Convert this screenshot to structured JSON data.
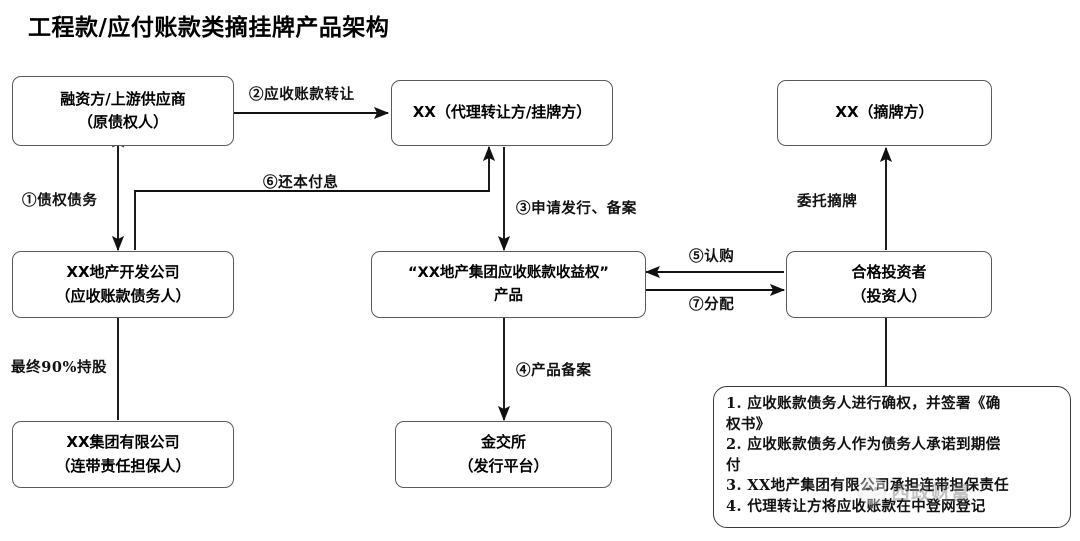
{
  "title": "工程款/应付账款类摘挂牌产品架构",
  "nodes": [
    {
      "id": "financier",
      "line1": "融资方/上游供应商",
      "line2": "（原债权人）"
    },
    {
      "id": "agent-transferor",
      "line1": "XX（代理转让方/挂牌方）",
      "line2": ""
    },
    {
      "id": "bid-winner",
      "line1": "XX（摘牌方）",
      "line2": ""
    },
    {
      "id": "property-developer",
      "line1": "XX地产开发公司",
      "line2": "（应收账款债务人）"
    },
    {
      "id": "product",
      "line1": "“XX地产集团应收账款收益权”",
      "line2": "产品"
    },
    {
      "id": "qualified-investor",
      "line1": "合格投资者",
      "line2": "（投资人）"
    },
    {
      "id": "group-company",
      "line1": "XX集团有限公司",
      "line2": "（连带责任担保人）"
    },
    {
      "id": "exchange",
      "line1": "金交所",
      "line2": "（发行平台）"
    }
  ],
  "edge_labels": [
    {
      "id": "e1",
      "text": "①债权债务"
    },
    {
      "id": "e2",
      "text": "②应收账款转让"
    },
    {
      "id": "e3",
      "text": "③申请发行、备案"
    },
    {
      "id": "e4",
      "text": "④产品备案"
    },
    {
      "id": "e5",
      "text": "⑤认购"
    },
    {
      "id": "e6",
      "text": "⑥还本付息"
    },
    {
      "id": "e7",
      "text": "⑦分配"
    },
    {
      "id": "e8",
      "text": "委托摘牌"
    },
    {
      "id": "e9",
      "text": "最终90%持股"
    }
  ],
  "notes": {
    "lines": [
      "1. 应收账款债务人进行确权，并签署《确",
      "权书》",
      "2. 应收账款债务人作为债务人承诺到期偿",
      "付",
      "3. XX地产集团有限公司承担连带担保责任",
      "4. 代理转让方将应收账款在中登网登记"
    ]
  },
  "watermark": {
    "text": "西政财富",
    "logo": "smiley-logo-icon"
  },
  "colors": {
    "box_border": "#5b5b5b",
    "note_border": "#3a3a3a",
    "line": "#111111",
    "text": "#000000",
    "background": "#ffffff"
  }
}
